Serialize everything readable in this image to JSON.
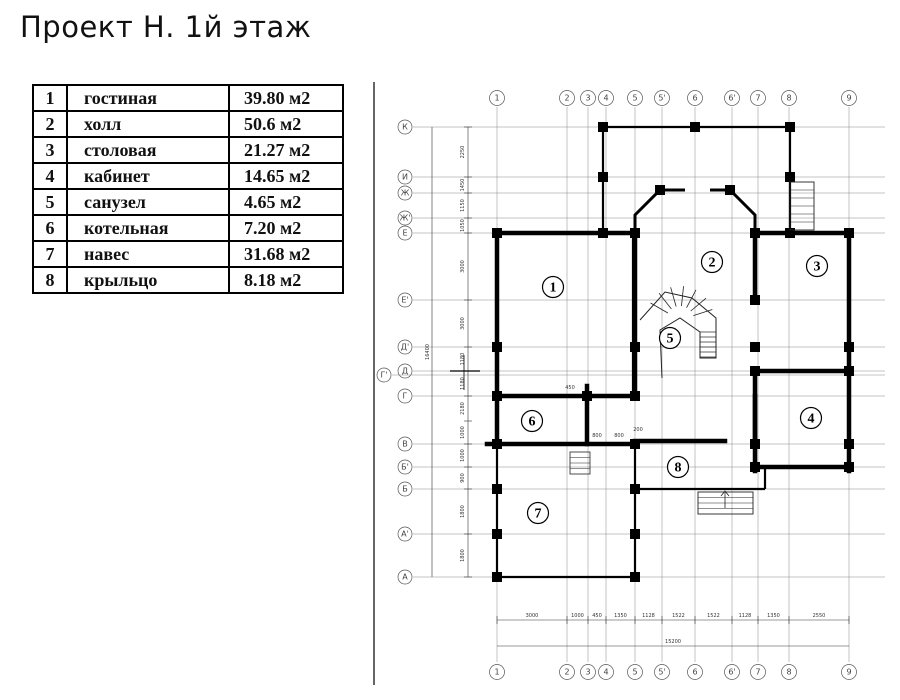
{
  "title": "Проект Н. 1й этаж",
  "rooms": [
    {
      "num": "1",
      "name": "гостиная",
      "area": "39.80 м2"
    },
    {
      "num": "2",
      "name": "холл",
      "area": "50.6 м2"
    },
    {
      "num": "3",
      "name": "столовая",
      "area": "21.27 м2"
    },
    {
      "num": "4",
      "name": "кабинет",
      "area": "14.65 м2"
    },
    {
      "num": "5",
      "name": "санузел",
      "area": "4.65 м2"
    },
    {
      "num": "6",
      "name": "котельная",
      "area": "7.20 м2"
    },
    {
      "num": "7",
      "name": "навес",
      "area": "31.68 м2"
    },
    {
      "num": "8",
      "name": "крыльцо",
      "area": "8.18 м2"
    }
  ],
  "grid": {
    "columns": [
      "1",
      "2",
      "3",
      "4",
      "5",
      "5'",
      "6",
      "6'",
      "7",
      "8",
      "9"
    ],
    "rows": [
      "К",
      "И",
      "Ж",
      "Ж'",
      "Е",
      "Е'",
      "Д'",
      "Д",
      "Г'",
      "Г",
      "В",
      "Б'",
      "Б",
      "А'",
      "А"
    ]
  },
  "dimensions": {
    "bottom": [
      "3000",
      "1000",
      "450",
      "1350",
      "1128",
      "1522",
      "1522",
      "1128",
      "1350",
      "2550"
    ],
    "bottom_total": "15200",
    "left": [
      "2250",
      "1450",
      "1150",
      "1050",
      "3000",
      "3000",
      "1180",
      "1180",
      "2180",
      "1000",
      "1000",
      "900",
      "1800",
      "1800"
    ],
    "left_total": "16400",
    "misc": [
      "450",
      "800",
      "800",
      "200"
    ]
  },
  "colors": {
    "wall": "#000000",
    "grid": "#888888",
    "bubble_fill": "#ffffff"
  }
}
